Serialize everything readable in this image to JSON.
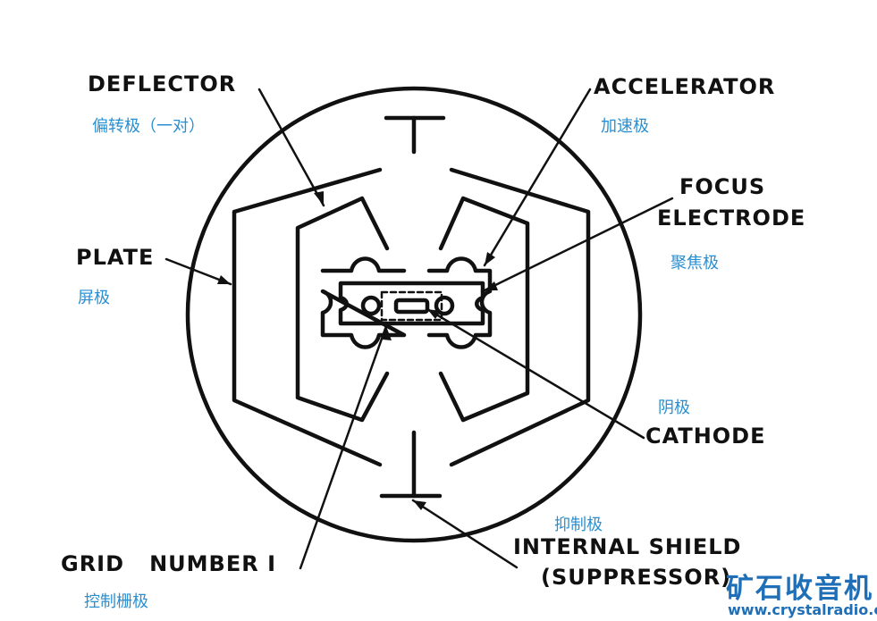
{
  "labels": {
    "deflector": {
      "en": "DEFLECTOR",
      "cn": "偏转极（一对）"
    },
    "accelerator": {
      "en": "ACCELERATOR",
      "cn": "加速极"
    },
    "focus_electrode": {
      "en_line1": "FOCUS",
      "en_line2": "ELECTRODE",
      "cn": "聚焦极"
    },
    "plate": {
      "en": "PLATE",
      "cn": "屏极"
    },
    "cathode": {
      "en": "CATHODE",
      "cn": "阴极"
    },
    "internal_shield": {
      "en_line1": "INTERNAL SHIELD",
      "en_line2": "(SUPPRESSOR)",
      "cn": "抑制极"
    },
    "grid_number_1": {
      "en": "GRID   NUMBER I",
      "cn": "控制栅极"
    }
  },
  "watermark": {
    "name": "矿石收音机",
    "url": "www.crystalradio.cn"
  }
}
